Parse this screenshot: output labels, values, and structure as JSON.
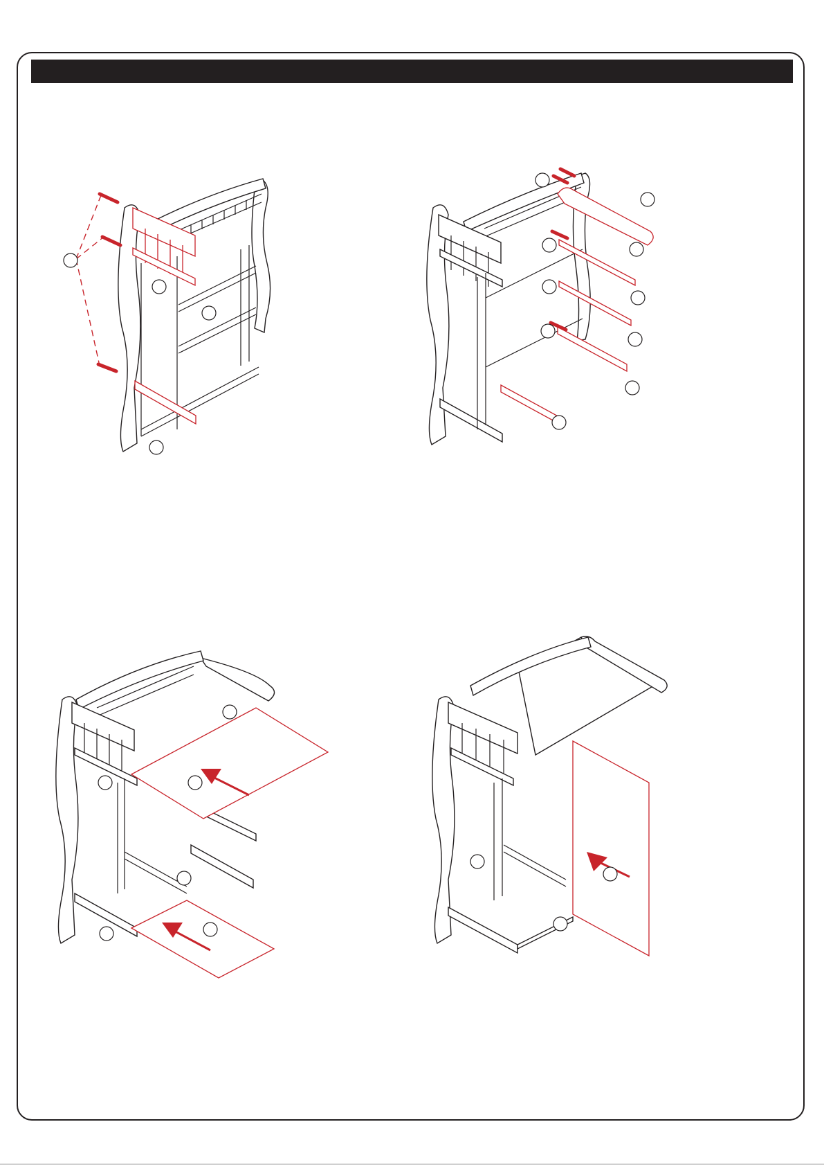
{
  "document": {
    "header_text": "",
    "accent_color": "#c8242b",
    "line_color": "#231f20"
  },
  "panels": [
    {
      "id": "panel-1",
      "icon": "assembly-step-diagram"
    },
    {
      "id": "panel-2",
      "icon": "assembly-step-diagram"
    },
    {
      "id": "panel-3",
      "icon": "assembly-step-diagram"
    },
    {
      "id": "panel-4",
      "icon": "assembly-step-diagram"
    }
  ]
}
